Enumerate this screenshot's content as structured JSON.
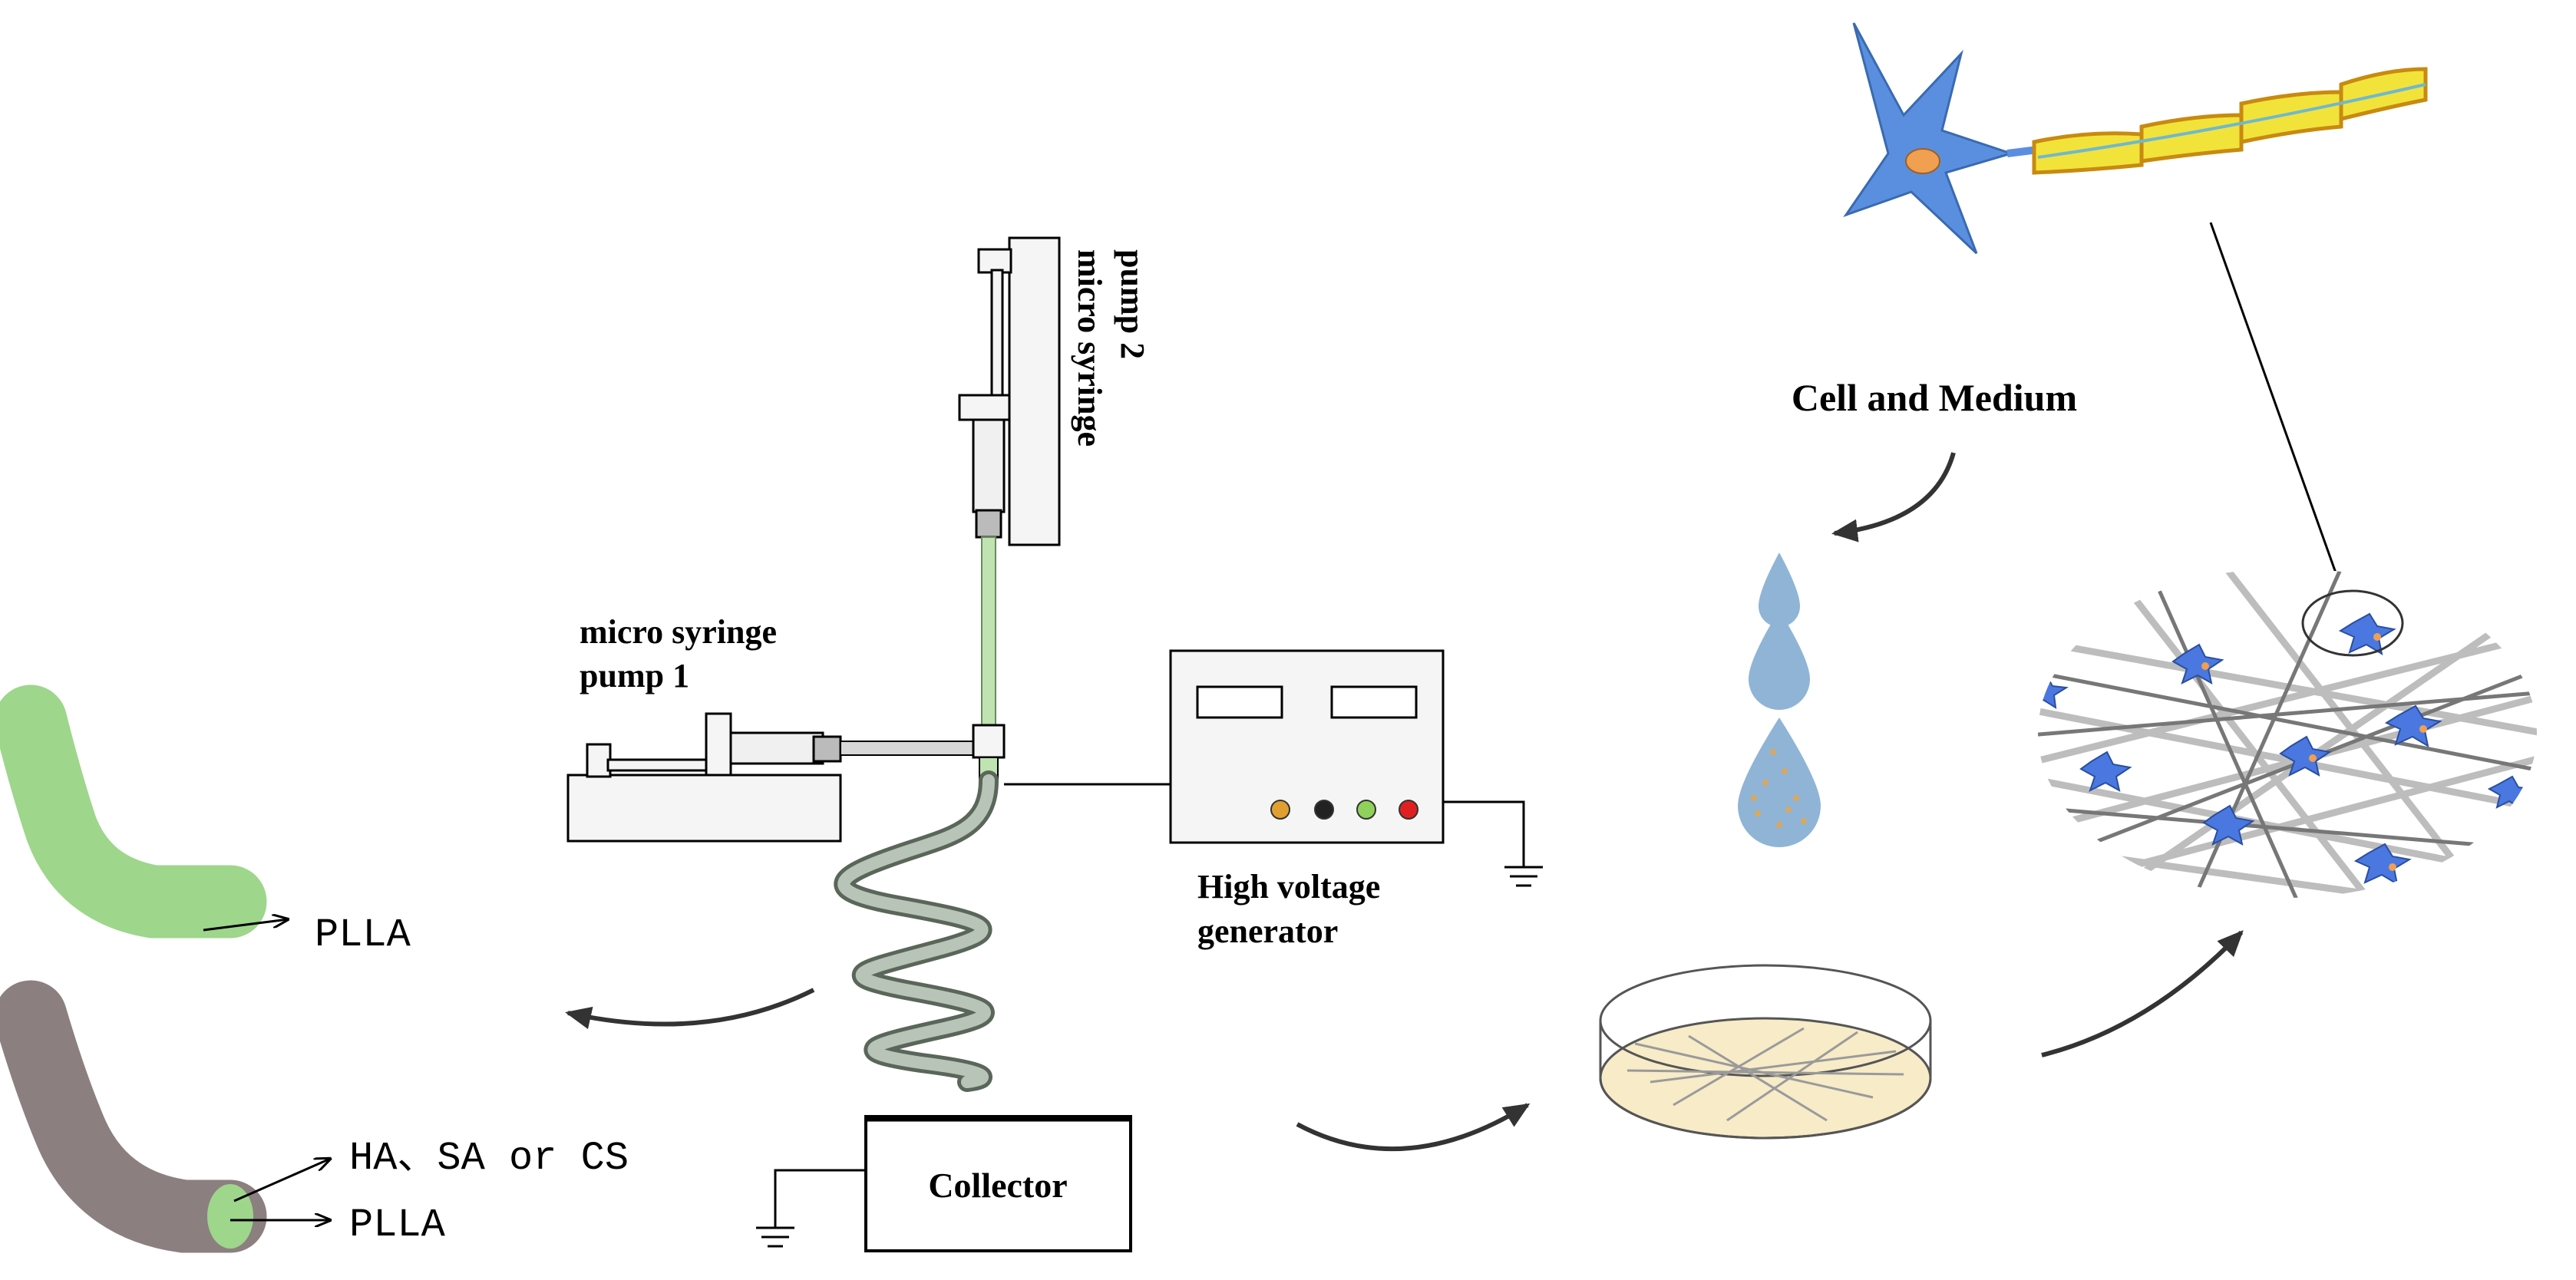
{
  "labels": {
    "pump1_line1": "micro syringe",
    "pump1_line2": "pump 1",
    "pump2_line1": "micro syringe",
    "pump2_line2": "pump 2",
    "hv_line1": "High voltage",
    "hv_line2": "generator",
    "collector": "Collector",
    "cell_medium": "Cell and Medium",
    "fiber1_core": "PLLA",
    "fiber2_shell": "HA、SA or CS",
    "fiber2_core": "PLLA"
  },
  "colors": {
    "pump_fill": "#f5f5f5",
    "needle_green": "#bfe3b1",
    "fiber_green": "#9ed68b",
    "fiber_gray": "#8c7f80",
    "coil": "#9aa69a",
    "dish_medium": "#f7ebc8",
    "drop_blue": "#8fb4d6",
    "cell_blue": "#5a8fe0",
    "cell_nucleus": "#f0a050",
    "axon_yellow": "#f2e33a",
    "axon_outline": "#c88a10",
    "knob_yellow": "#e0a030",
    "knob_black": "#222222",
    "knob_green": "#8fd15a",
    "knob_red": "#e02020"
  },
  "icons": [
    "ground-symbol-icon",
    "flow-arrow-icon",
    "neuron-cell-icon",
    "droplet-icon",
    "petri-dish-icon",
    "fiber-mesh-icon"
  ]
}
